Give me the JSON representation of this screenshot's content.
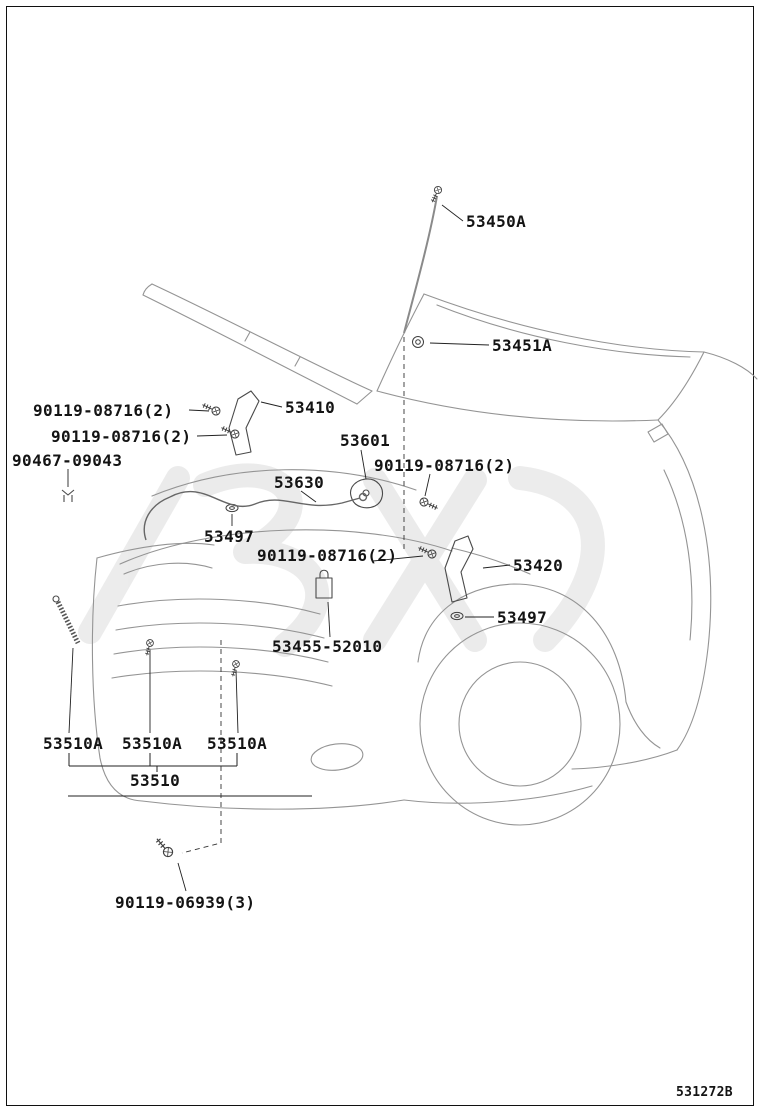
{
  "drawing": {
    "code": "531272B"
  },
  "parts": {
    "hood_stay": "53450A",
    "stay_grommet": "53451A",
    "hinge_bolt_a": "90119-08716(2)",
    "hinge_bolt_b": "90119-08716(2)",
    "hinge_lh": "53410",
    "stay_clip": "90467-09043",
    "hood_lock": "53601",
    "lock_bolt": "90119-08716(2)",
    "release_cable": "53630",
    "cushion_a": "53497",
    "hinge_bolt_c": "90119-08716(2)",
    "hinge_rh": "53420",
    "cushion_b": "53497",
    "striker": "53455-52010",
    "hood_sub_a1": "53510A",
    "hood_sub_a2": "53510A",
    "hood_sub_a3": "53510A",
    "hood_panel": "53510",
    "hood_bolt": "90119-06939(3)"
  }
}
